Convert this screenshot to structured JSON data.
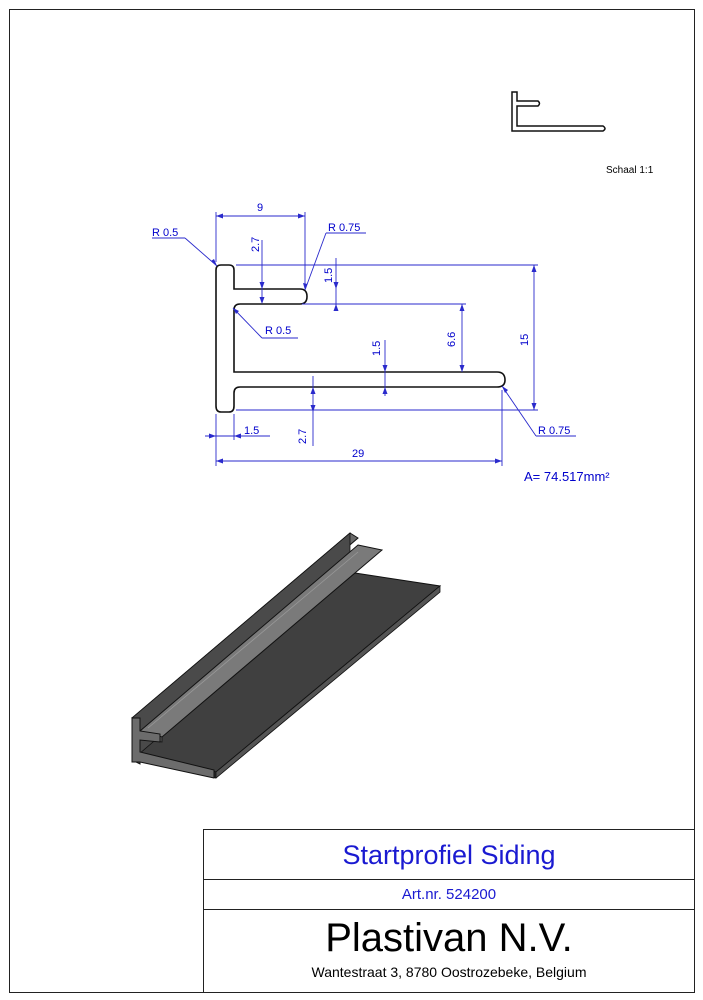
{
  "scale_label": "Schaal 1:1",
  "area_label": "A= 74.517mm²",
  "dimensions": {
    "width_top": "9",
    "height_total": "15",
    "depth_bottom": "29",
    "slot_depth": "2.7",
    "wall_top": "1.5",
    "gap_height": "6.6",
    "flange_thickness": "1.5",
    "web_thickness": "1.5",
    "bottom_offset": "2.7",
    "radius_outer_top": "R 0.5",
    "radius_inner": "R 0.5",
    "radius_lip": "R 0.75",
    "radius_tip": "R 0.75"
  },
  "title_block": {
    "title": "Startprofiel Siding",
    "article": "Art.nr. 524200",
    "company": "Plastivan N.V.",
    "address": "Wantestraat 3, 8780 Oostrozebeke, Belgium"
  },
  "colors": {
    "dimension": "#0000cc",
    "title_text": "#1a1ad1",
    "profile_3d_top": "#6a6a6a",
    "profile_3d_face": "#3f3f3f"
  }
}
